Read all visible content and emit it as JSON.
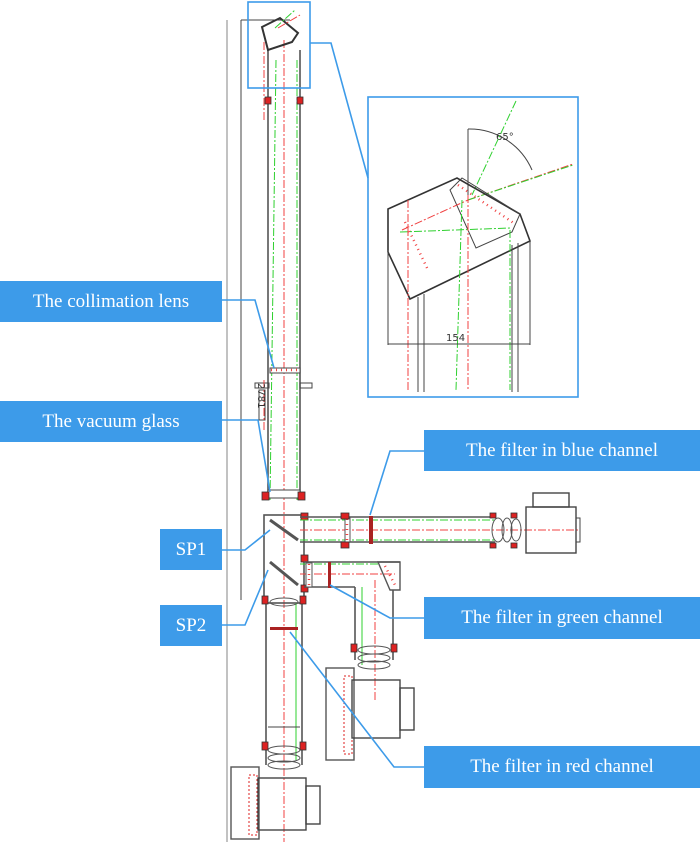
{
  "figure": {
    "labels": {
      "collimation_lens": "The collimation lens",
      "vacuum_glass": "The vacuum glass",
      "sp1": "SP1",
      "sp2": "SP2",
      "filter_blue": "The filter in blue channel",
      "filter_green": "The filter in green channel",
      "filter_red": "The filter in red channel"
    },
    "dimensions": {
      "tube_length": "2781",
      "mirror_width": "154",
      "mirror_angle": "65°"
    },
    "colors": {
      "label_bg": "#3d9be9",
      "label_text": "#ffffff",
      "leader": "#3d9be9",
      "red_axis": "#f04040",
      "green_axis": "#2fd02f",
      "outline": "#555555"
    }
  }
}
